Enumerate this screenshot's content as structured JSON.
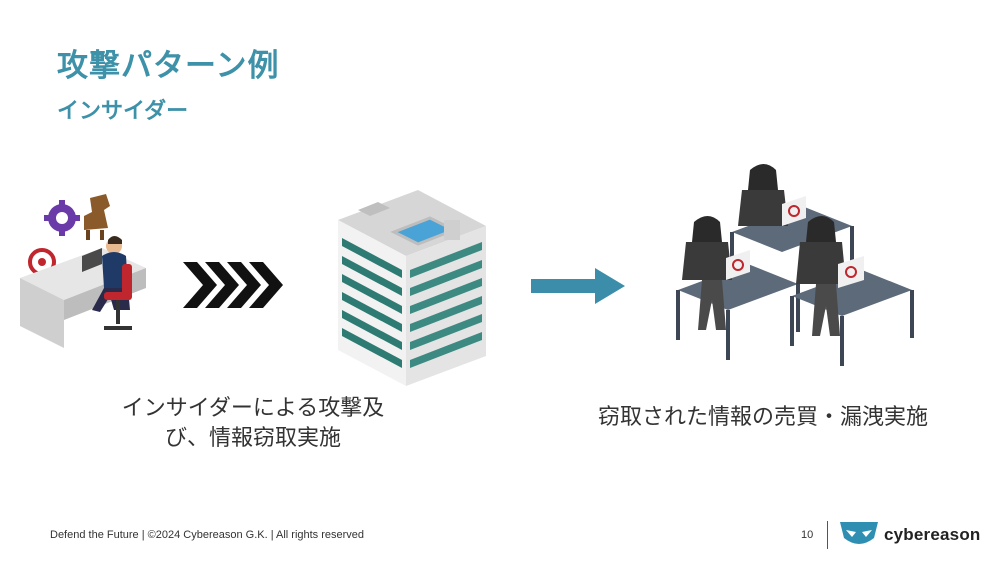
{
  "slide": {
    "title": "攻撃パターン例",
    "subtitle": "インサイダー",
    "caption_left_line1": "インサイダーによる攻撃及",
    "caption_left_line2": "び、情報窃取実施",
    "caption_right": "窃取された情報の売買・漏洩実施"
  },
  "footer": {
    "text": "Defend the Future | ©2024 Cybereason G.K. | All rights reserved",
    "page_number": "10",
    "logo_text": "cybereason"
  },
  "colors": {
    "accent": "#3d91a8",
    "arrow": "#3c8daa",
    "chevron": "#111111"
  },
  "icons": [
    "insider-illustration",
    "chevron-arrows-icon",
    "office-building-illustration",
    "right-arrow-icon",
    "hackers-illustration",
    "cybereason-logo-icon"
  ]
}
